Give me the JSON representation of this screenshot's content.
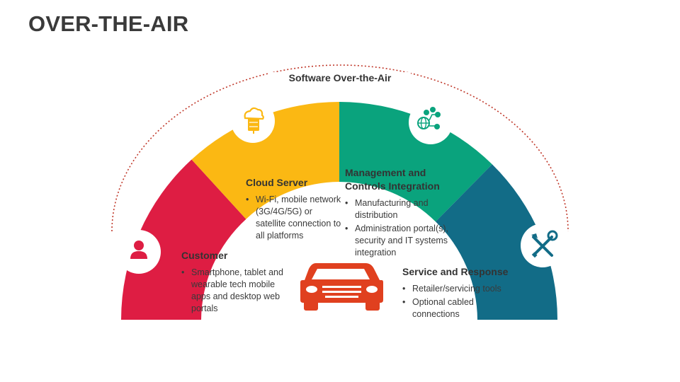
{
  "title": "OVER-THE-AIR",
  "arc_label": "Software Over-the-Air",
  "colors": {
    "red": "#de1d43",
    "yellow": "#fbb813",
    "green": "#0aa37d",
    "teal": "#126c87",
    "car": "#e0401f",
    "dotted": "#c0392b"
  },
  "segments": [
    {
      "id": "customer",
      "icon": "person-icon",
      "title": "Customer",
      "bullets": [
        "Smartphone, tablet and wearable tech mobile apps and desktop web portals"
      ]
    },
    {
      "id": "cloud",
      "icon": "cloud-server-icon",
      "title": "Cloud Server",
      "bullets": [
        "Wi-Fi, mobile network (3G/4G/5G) or satellite connection to all platforms"
      ]
    },
    {
      "id": "management",
      "icon": "globe-network-icon",
      "title": "Management and Controls Integration",
      "bullets": [
        "Manufacturing and distribution",
        "Administration portal(s), security and IT systems integration"
      ]
    },
    {
      "id": "service",
      "icon": "tools-icon",
      "title": "Service and Response",
      "bullets": [
        "Retailer/servicing tools",
        "Optional cabled connections"
      ]
    }
  ],
  "center_icon": "car-icon"
}
